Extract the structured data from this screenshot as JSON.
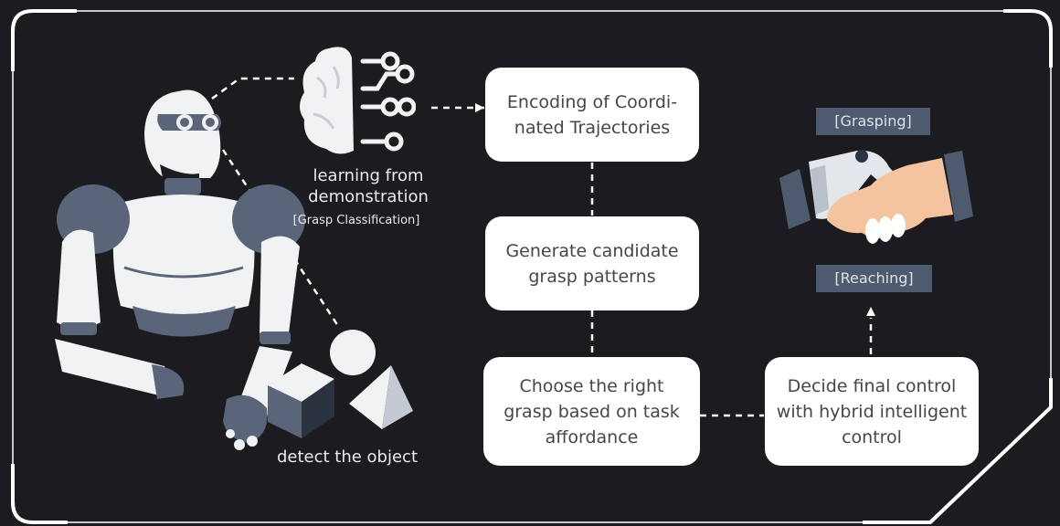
{
  "colors": {
    "background": "#1b1b20",
    "frame": "#ffffff",
    "box": "#ffffff",
    "box_text": "#44464c",
    "tag_bg": "#4e5b6e",
    "tag_text": "#dde2ea",
    "robot_white": "#f1f2f4",
    "robot_slate": "#5a6579",
    "skin": "#f4c39f",
    "cuff": "#4e5b6e"
  },
  "robot": {
    "label_learning": "learning from\ndemonstration",
    "label_grasp_class": "[Grasp Classification]",
    "label_detect": "detect the object"
  },
  "process": {
    "box_encoding": "Encoding of Coordi-\nnated Trajectories",
    "box_generate": "Generate candidate\ngrasp patterns",
    "box_choose": "Choose the right\ngrasp based on task\naffordance",
    "box_decide": "Decide final control\nwith hybrid intelligent\ncontrol"
  },
  "tags": {
    "grasping": "[Grasping]",
    "reaching": "[Reaching]"
  },
  "icons": [
    "robot-icon",
    "brain-circuit-icon",
    "cube-icon",
    "sphere-icon",
    "pyramid-icon",
    "handshake-icon",
    "arrow-icon"
  ]
}
